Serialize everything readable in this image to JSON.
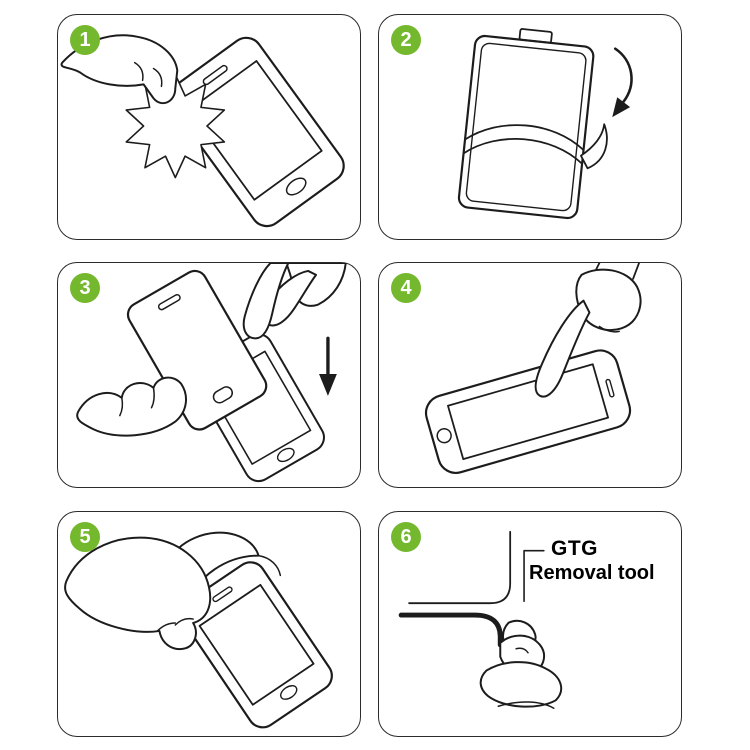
{
  "page": {
    "background": "#ffffff",
    "accent_green": "#74b82e",
    "badge_number_color": "#ffffff",
    "panel_border_color": "#2b2b2b",
    "line_art_color": "#1c1c1c"
  },
  "steps": [
    {
      "number": "1",
      "icon": "wipe-screen-with-cloth-icon"
    },
    {
      "number": "2",
      "icon": "peel-backing-film-icon"
    },
    {
      "number": "3",
      "icon": "align-glass-and-lower-icon"
    },
    {
      "number": "4",
      "icon": "press-screen-with-finger-icon"
    },
    {
      "number": "5",
      "icon": "smooth-film-on-screen-icon"
    },
    {
      "number": "6",
      "icon": "corner-removal-tool-icon",
      "labels": {
        "line1": "GTG",
        "line2": "Removal tool"
      }
    }
  ]
}
